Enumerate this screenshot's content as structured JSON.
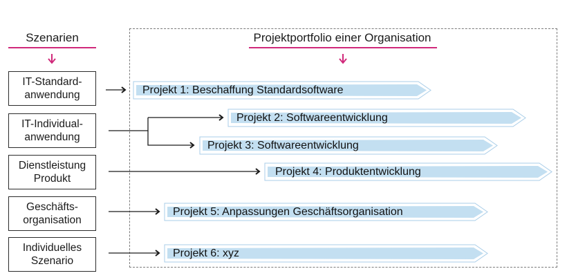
{
  "headings": {
    "left": "Szenarien",
    "right": "Projektportfolio einer Organisation"
  },
  "colors": {
    "accent": "#d0287a",
    "arrow_fill": "#b9d9ef",
    "arrow_edge": "#8fbfe0",
    "line": "#1a1a1a"
  },
  "scenarios": [
    {
      "label": "IT-Standard-\nanwendung"
    },
    {
      "label": "IT-Individual-\nanwendung"
    },
    {
      "label": "Dienstleistung\nProdukt"
    },
    {
      "label": "Geschäfts-\norganisation"
    },
    {
      "label": "Individuelles\nSzenario"
    }
  ],
  "projects": [
    {
      "label": "Projekt 1: Beschaffung Standardsoftware",
      "scenario": 0
    },
    {
      "label": "Projekt 2: Softwareentwicklung",
      "scenario": 1
    },
    {
      "label": "Projekt 3: Softwareentwicklung",
      "scenario": 1
    },
    {
      "label": "Projekt 4: Produktentwicklung",
      "scenario": 2
    },
    {
      "label": "Projekt 5: Anpassungen Geschäftsorganisation",
      "scenario": 3
    },
    {
      "label": "Projekt 6: xyz",
      "scenario": 4
    }
  ]
}
